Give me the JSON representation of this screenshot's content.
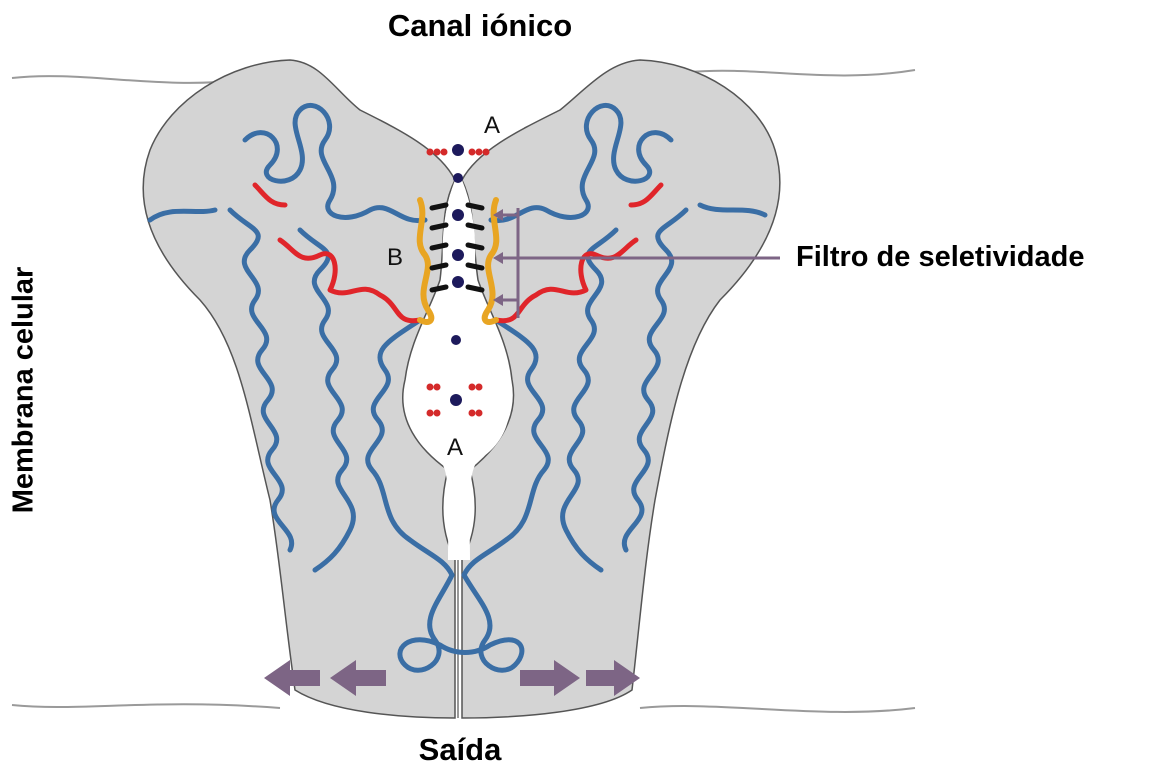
{
  "title": "Canal iónico",
  "left_label": "Membrana celular",
  "right_label": "Filtro de seletividade",
  "bottom_label": "Saída",
  "site_labels": {
    "top_a": "A",
    "b": "B",
    "bottom_a": "A"
  },
  "colors": {
    "channel_body": "#d4d4d4",
    "helix": "#3a6ea5",
    "loop_red": "#e0252a",
    "filter_orange": "#e8a523",
    "ion": "#1d1a5c",
    "water_oxygen": "#d42a2a",
    "carbonyl": "#111111",
    "arrow": "#7d6585",
    "membrane_line": "#8a8a8a"
  },
  "icons": [
    "ion-dot-icon",
    "outflow-arrow-icon",
    "pointer-arrow-icon"
  ]
}
